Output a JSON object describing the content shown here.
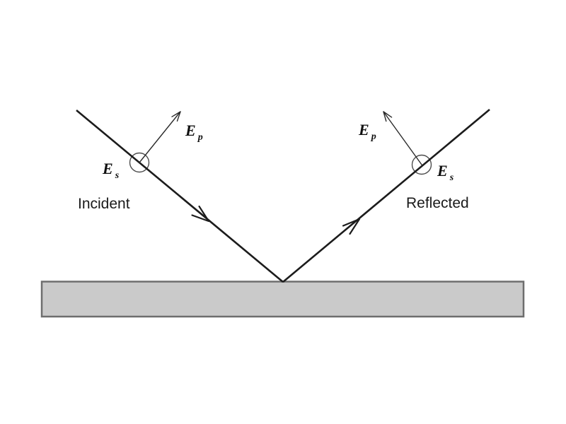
{
  "diagram": {
    "labels": {
      "incident": "Incident",
      "reflected": "Reflected"
    },
    "field_components": {
      "incident_ep": {
        "base": "E",
        "sub": "p"
      },
      "incident_es": {
        "base": "E",
        "sub": "s"
      },
      "reflected_ep": {
        "base": "E",
        "sub": "p"
      },
      "reflected_es": {
        "base": "E",
        "sub": "s"
      }
    },
    "colors": {
      "background": "#ffffff",
      "line": "#1c1c1c",
      "surface_fill": "#cacaca",
      "surface_border": "#6e6e6e"
    }
  }
}
